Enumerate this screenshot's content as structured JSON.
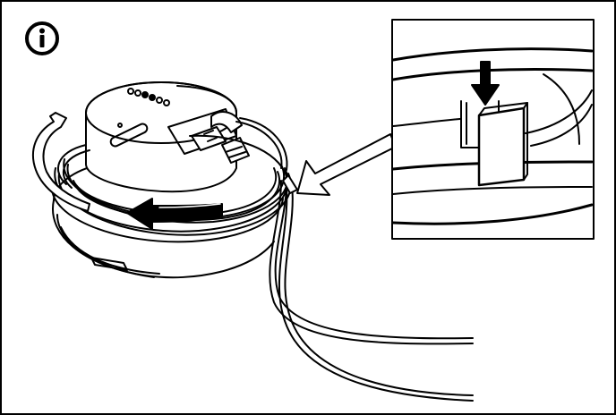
{
  "figure": {
    "kind": "assembly-instruction",
    "info_icon": "info-icon",
    "main_icon": "cable-wrap-device-illustration",
    "inset_icon": "clip-detail-illustration",
    "pointer_icon": "pointer-arrow-icon",
    "rotate_icon": "rotate-counterclockwise-icon",
    "press_icon": "press-down-arrow-icon",
    "colors": {
      "line": "#000000",
      "background": "#ffffff",
      "arrow_fill": "#000000"
    }
  }
}
